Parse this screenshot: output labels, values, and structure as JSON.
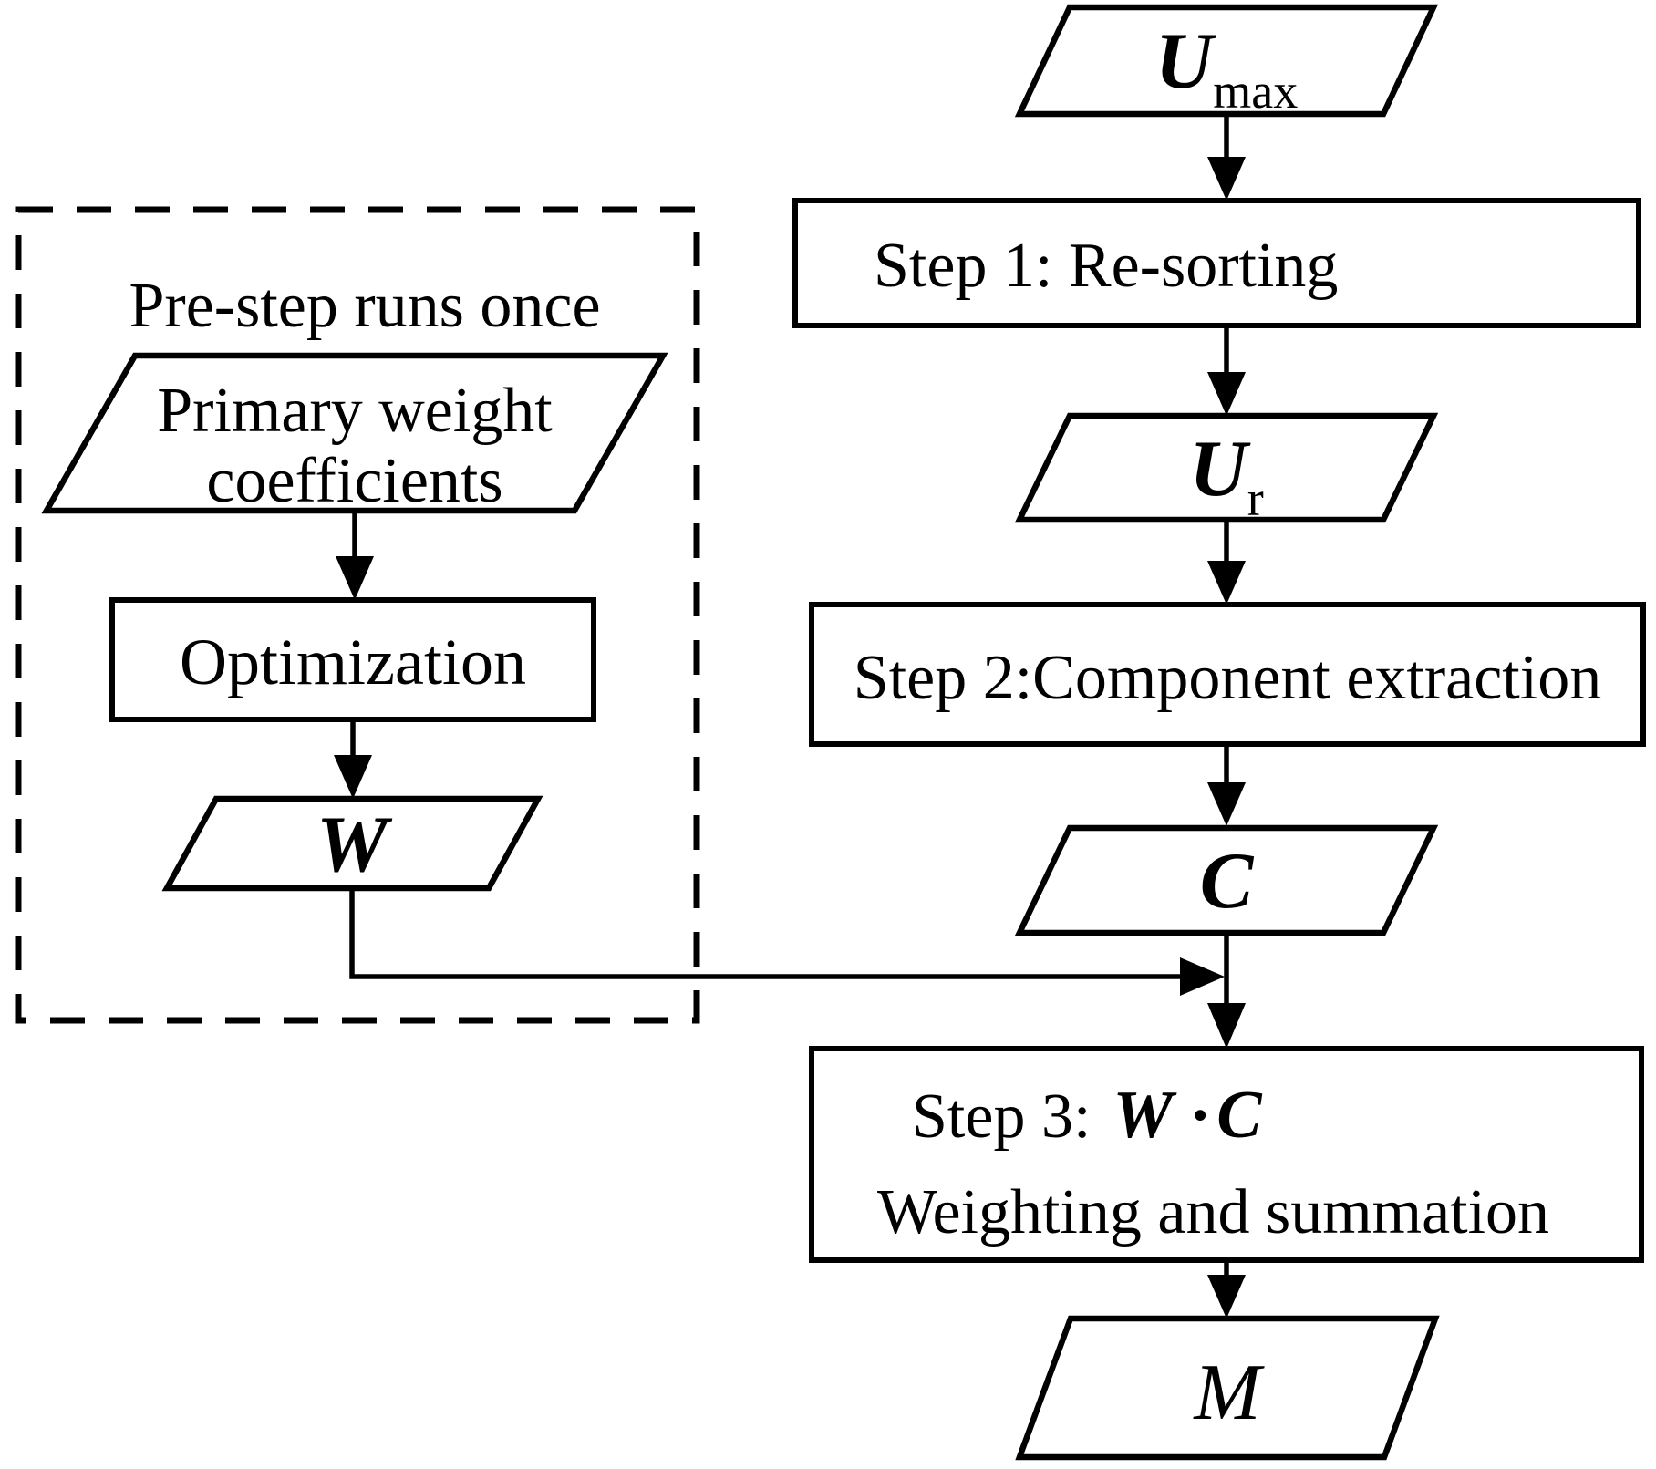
{
  "diagram": {
    "background": "#ffffff",
    "stroke_color": "#000000",
    "pre_step": {
      "group_label": "Pre-step runs once",
      "primary_weights_line1": "Primary weight",
      "primary_weights_line2": "coefficients",
      "optimization_label": "Optimization",
      "w_variable": "W"
    },
    "main": {
      "u_max_base": "U",
      "u_max_sub": "max",
      "step1_label": "Step 1: Re-sorting",
      "u_r_base": "U",
      "u_r_sub": "r",
      "step2_label": "Step 2:Component extraction",
      "c_variable": "C",
      "step3_prefix": "Step 3:",
      "step3_w": "W",
      "step3_dot": "·",
      "step3_c": "C",
      "step3_line2": "Weighting and summation",
      "m_variable": "M"
    }
  }
}
